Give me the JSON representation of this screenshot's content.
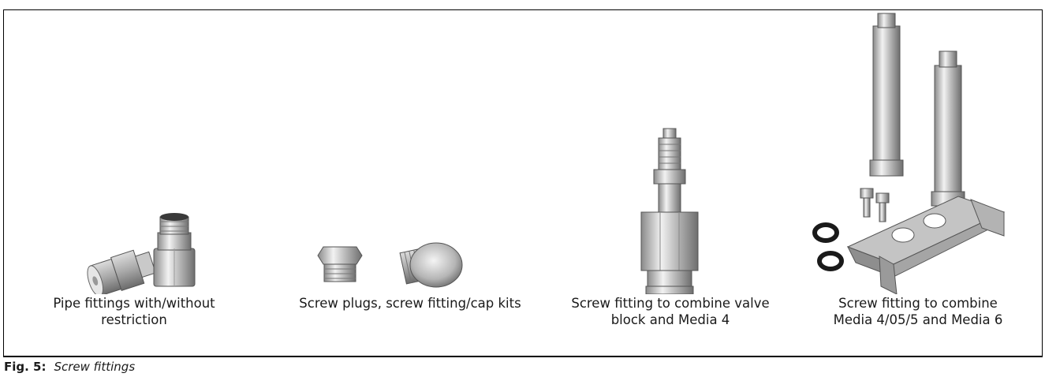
{
  "figure": {
    "number": "Fig. 5:",
    "title": "Screw fittings"
  },
  "items": [
    {
      "caption": "Pipe fittings with/without\nrestriction"
    },
    {
      "caption": "Screw plugs, screw fitting/cap kits"
    },
    {
      "caption": "Screw fitting to combine valve\nblock and Media 4"
    },
    {
      "caption": "Screw fitting to combine\nMedia 4/05/5 and Media 6"
    }
  ]
}
